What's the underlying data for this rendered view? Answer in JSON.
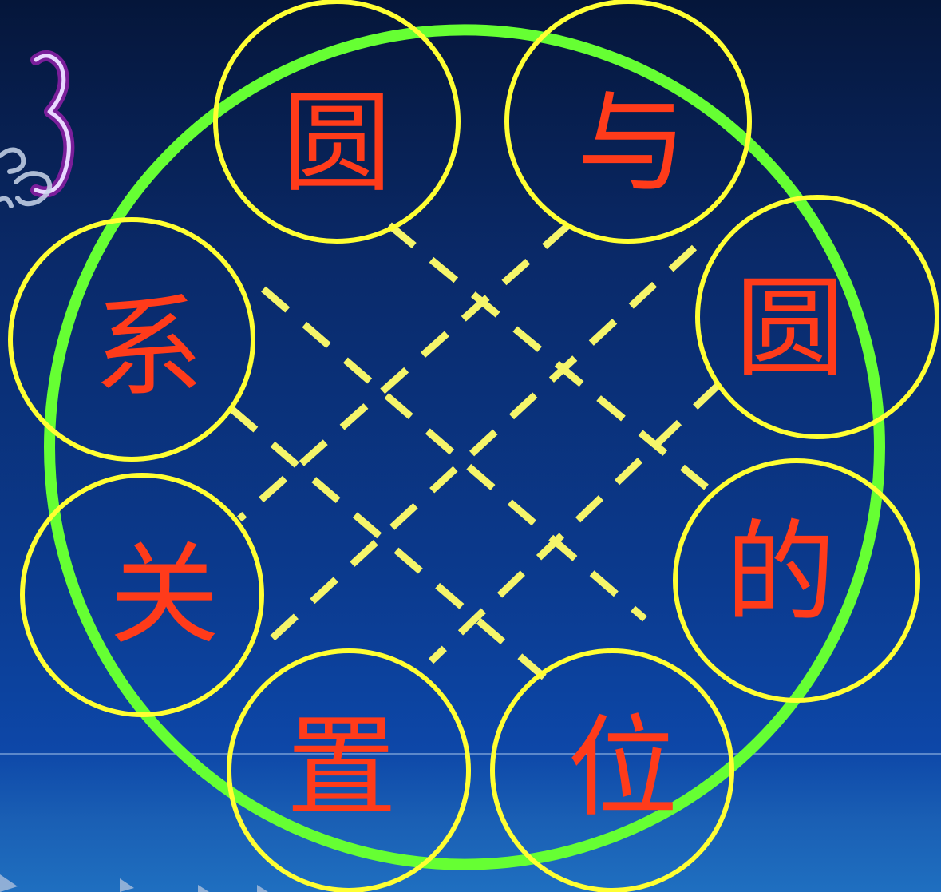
{
  "slide": {
    "number": "3",
    "characters": [
      {
        "id": "yuan-1",
        "text": "圆"
      },
      {
        "id": "yu",
        "text": "与"
      },
      {
        "id": "yuan-2",
        "text": "圆"
      },
      {
        "id": "de",
        "text": "的"
      },
      {
        "id": "wei",
        "text": "位"
      },
      {
        "id": "zhi",
        "text": "置"
      },
      {
        "id": "guan",
        "text": "关"
      },
      {
        "id": "xi",
        "text": "系"
      }
    ]
  },
  "colors": {
    "background_top": "#05163a",
    "background_bottom": "#1f6fc0",
    "big_circle": "#66ff33",
    "small_circles": "#ffff33",
    "characters": "#ff3b1a",
    "dashed_lines": "#f5f56a",
    "slide_number_outline": "#9b2fb5"
  }
}
